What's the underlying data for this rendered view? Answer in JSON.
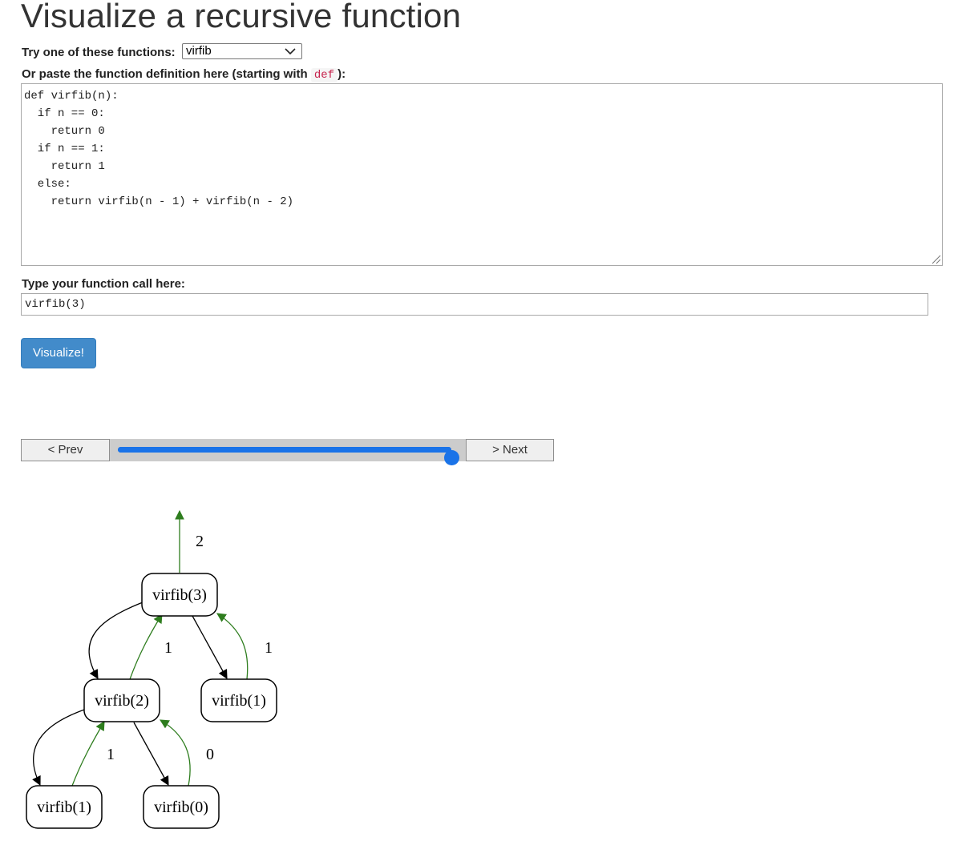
{
  "page": {
    "title": "Visualize a recursive function"
  },
  "form": {
    "select_label": "Try one of these functions:",
    "select_value": "virfib",
    "paste_label_before": "Or paste the function definition here (starting with",
    "paste_label_code": "def",
    "paste_label_after": "):",
    "code": "def virfib(n):\n  if n == 0:\n    return 0\n  if n == 1:\n    return 1\n  else:\n    return virfib(n - 1) + virfib(n - 2)",
    "call_label": "Type your function call here:",
    "call_value": "virfib(3)",
    "visualize_label": "Visualize!"
  },
  "stepper": {
    "prev_label": "< Prev",
    "next_label": "> Next",
    "position": 1.0
  },
  "tree": {
    "edge_colors": {
      "call": "#000000",
      "return": "#2e7d1e"
    },
    "nodes": [
      {
        "id": "n3",
        "label": "virfib(3)"
      },
      {
        "id": "n2",
        "label": "virfib(2)"
      },
      {
        "id": "n1a",
        "label": "virfib(1)"
      },
      {
        "id": "n1b",
        "label": "virfib(1)"
      },
      {
        "id": "n0",
        "label": "virfib(0)"
      }
    ],
    "return_values": {
      "root": "2",
      "n2_to_n3": "1",
      "n1a_to_n3": "1",
      "n1b_to_n2": "1",
      "n0_to_n2": "0"
    }
  }
}
